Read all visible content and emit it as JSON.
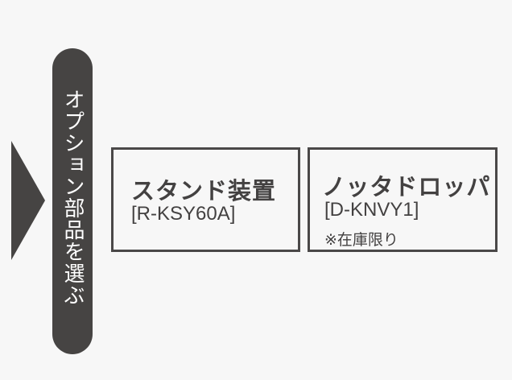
{
  "step": {
    "label": "オプション部品を選ぶ"
  },
  "options": [
    {
      "name": "スタンド装置",
      "model": "[R-KSY60A]"
    },
    {
      "name": "ノッタドロッパ",
      "model": "[D-KNVY1]",
      "note": "※在庫限り"
    }
  ],
  "colors": {
    "background": "#f7f7f7",
    "dark": "#464443",
    "text": "#434141"
  }
}
